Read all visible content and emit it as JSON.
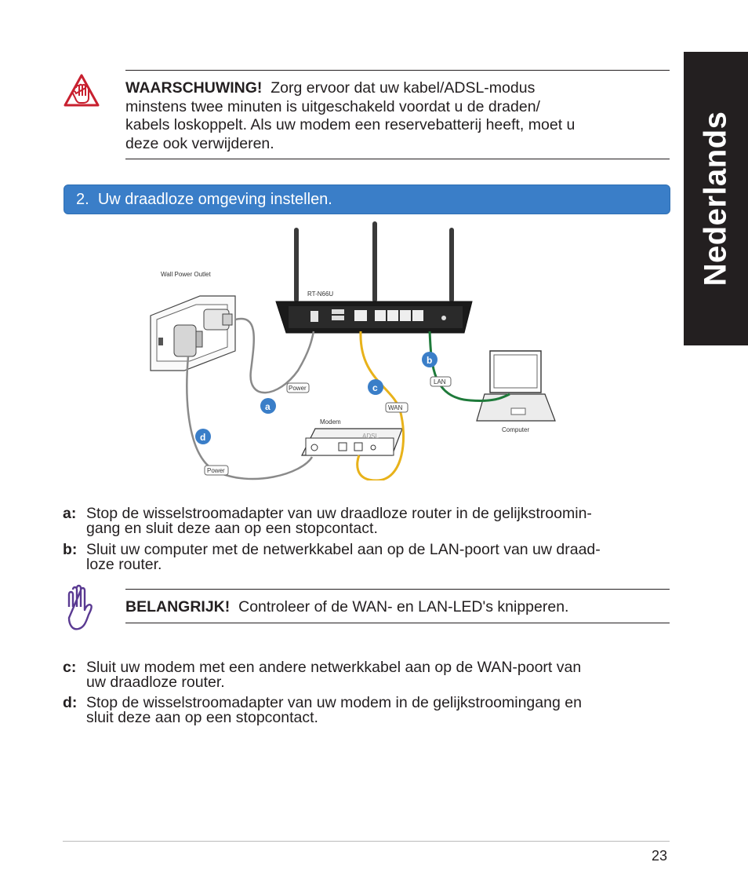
{
  "side_tab": {
    "label": "Nederlands"
  },
  "warning": {
    "title": "WAARSCHUWING!",
    "lines": [
      "Zorg ervoor dat uw kabel/ADSL-modus",
      "minstens twee minuten is uitgeschakeld voordat u de draden/",
      "kabels loskoppelt. Als uw modem een reservebatterij heeft, moet u",
      "deze ook verwijderen."
    ]
  },
  "section": {
    "number": "2.",
    "title": "Uw draadloze omgeving instellen."
  },
  "diagram": {
    "wall_outlet": "Wall Power Outlet",
    "router_model": "RT-N66U",
    "modem": "Modem",
    "modem_brand": "ADSL",
    "computer": "Computer",
    "power_a": "Power",
    "power_d": "Power",
    "lan": "LAN",
    "wan": "WAN",
    "marker_a": "a",
    "marker_b": "b",
    "marker_c": "c",
    "marker_d": "d",
    "colors": {
      "marker": "#3a7ec8",
      "wan_cable": "#e8b21a",
      "lan_cable": "#1e7a3a",
      "power_cable": "#8a8a8a"
    }
  },
  "steps_1": [
    {
      "label": "a:",
      "lines": [
        "Stop de wisselstroomadapter van uw draadloze router in de gelijkstroomin-",
        "gang en sluit deze aan op een stopcontact."
      ]
    },
    {
      "label": "b:",
      "lines": [
        "Sluit uw computer met de netwerkkabel aan op de LAN-poort van uw draad-",
        "loze router."
      ]
    }
  ],
  "important": {
    "title": "BELANGRIJK!",
    "text": "Controleer of de WAN- en LAN-LED's knipperen."
  },
  "steps_2": [
    {
      "label": "c:",
      "lines": [
        "Sluit uw modem met een andere netwerkkabel aan op de WAN-poort van",
        "uw draadloze router."
      ]
    },
    {
      "label": "d:",
      "lines": [
        "Stop de wisselstroomadapter van uw modem in de gelijkstroomingang en",
        "sluit deze aan op een stopcontact."
      ]
    }
  ],
  "page_number": "23"
}
